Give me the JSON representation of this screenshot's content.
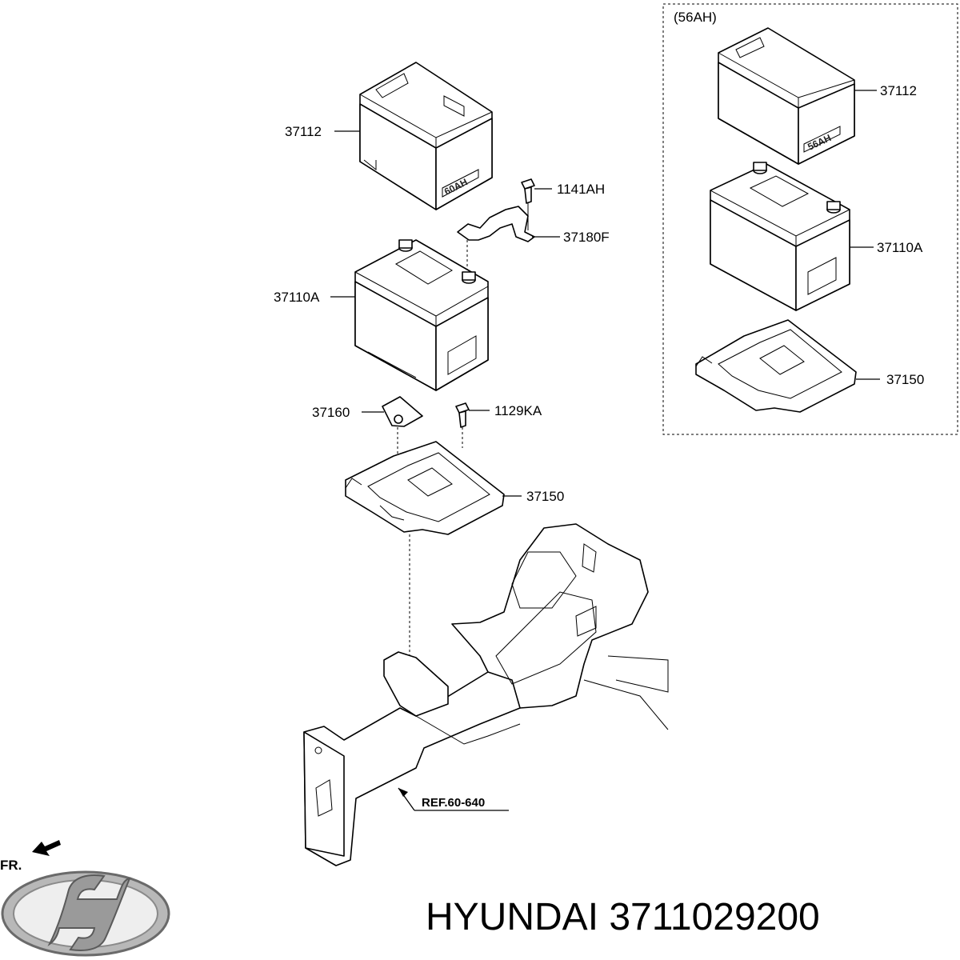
{
  "variant_box": {
    "title": "(56AH)"
  },
  "callouts": {
    "tray_main": "37112",
    "bolt_top": "1141AH",
    "cable": "37180F",
    "battery_main": "37110A",
    "clamp": "37160",
    "bolt_bottom": "1129KA",
    "carrier_main": "37150",
    "tray_alt": "37112",
    "battery_alt": "37110A",
    "carrier_alt": "37150"
  },
  "battery_capacity_main": "60AH",
  "battery_capacity_alt": "56AH",
  "reference": "REF.60-640",
  "direction": "FR.",
  "brand_caption": "HYUNDAI 3711029200",
  "icons": {
    "logo": "hyundai-logo-icon",
    "arrow": "front-arrow-icon"
  }
}
